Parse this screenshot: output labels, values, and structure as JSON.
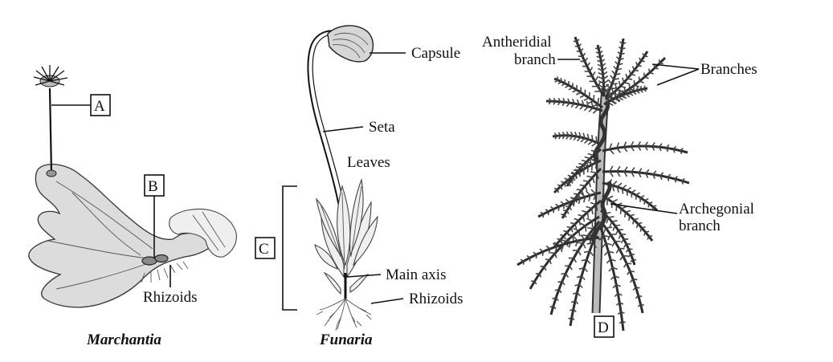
{
  "panels": {
    "marchantia": {
      "caption": "Marchantia",
      "box_a": "A",
      "box_b": "B",
      "rhizoids": "Rhizoids"
    },
    "funaria": {
      "caption": "Funaria",
      "capsule": "Capsule",
      "seta": "Seta",
      "leaves": "Leaves",
      "box_c": "C",
      "main_axis": "Main axis",
      "rhizoids": "Rhizoids"
    },
    "sphagnum": {
      "antheridial_line1": "Antheridial",
      "antheridial_line2": "branch",
      "branches": "Branches",
      "archegonial_line1": "Archegonial",
      "archegonial_line2": "branch",
      "box_d": "D"
    }
  }
}
